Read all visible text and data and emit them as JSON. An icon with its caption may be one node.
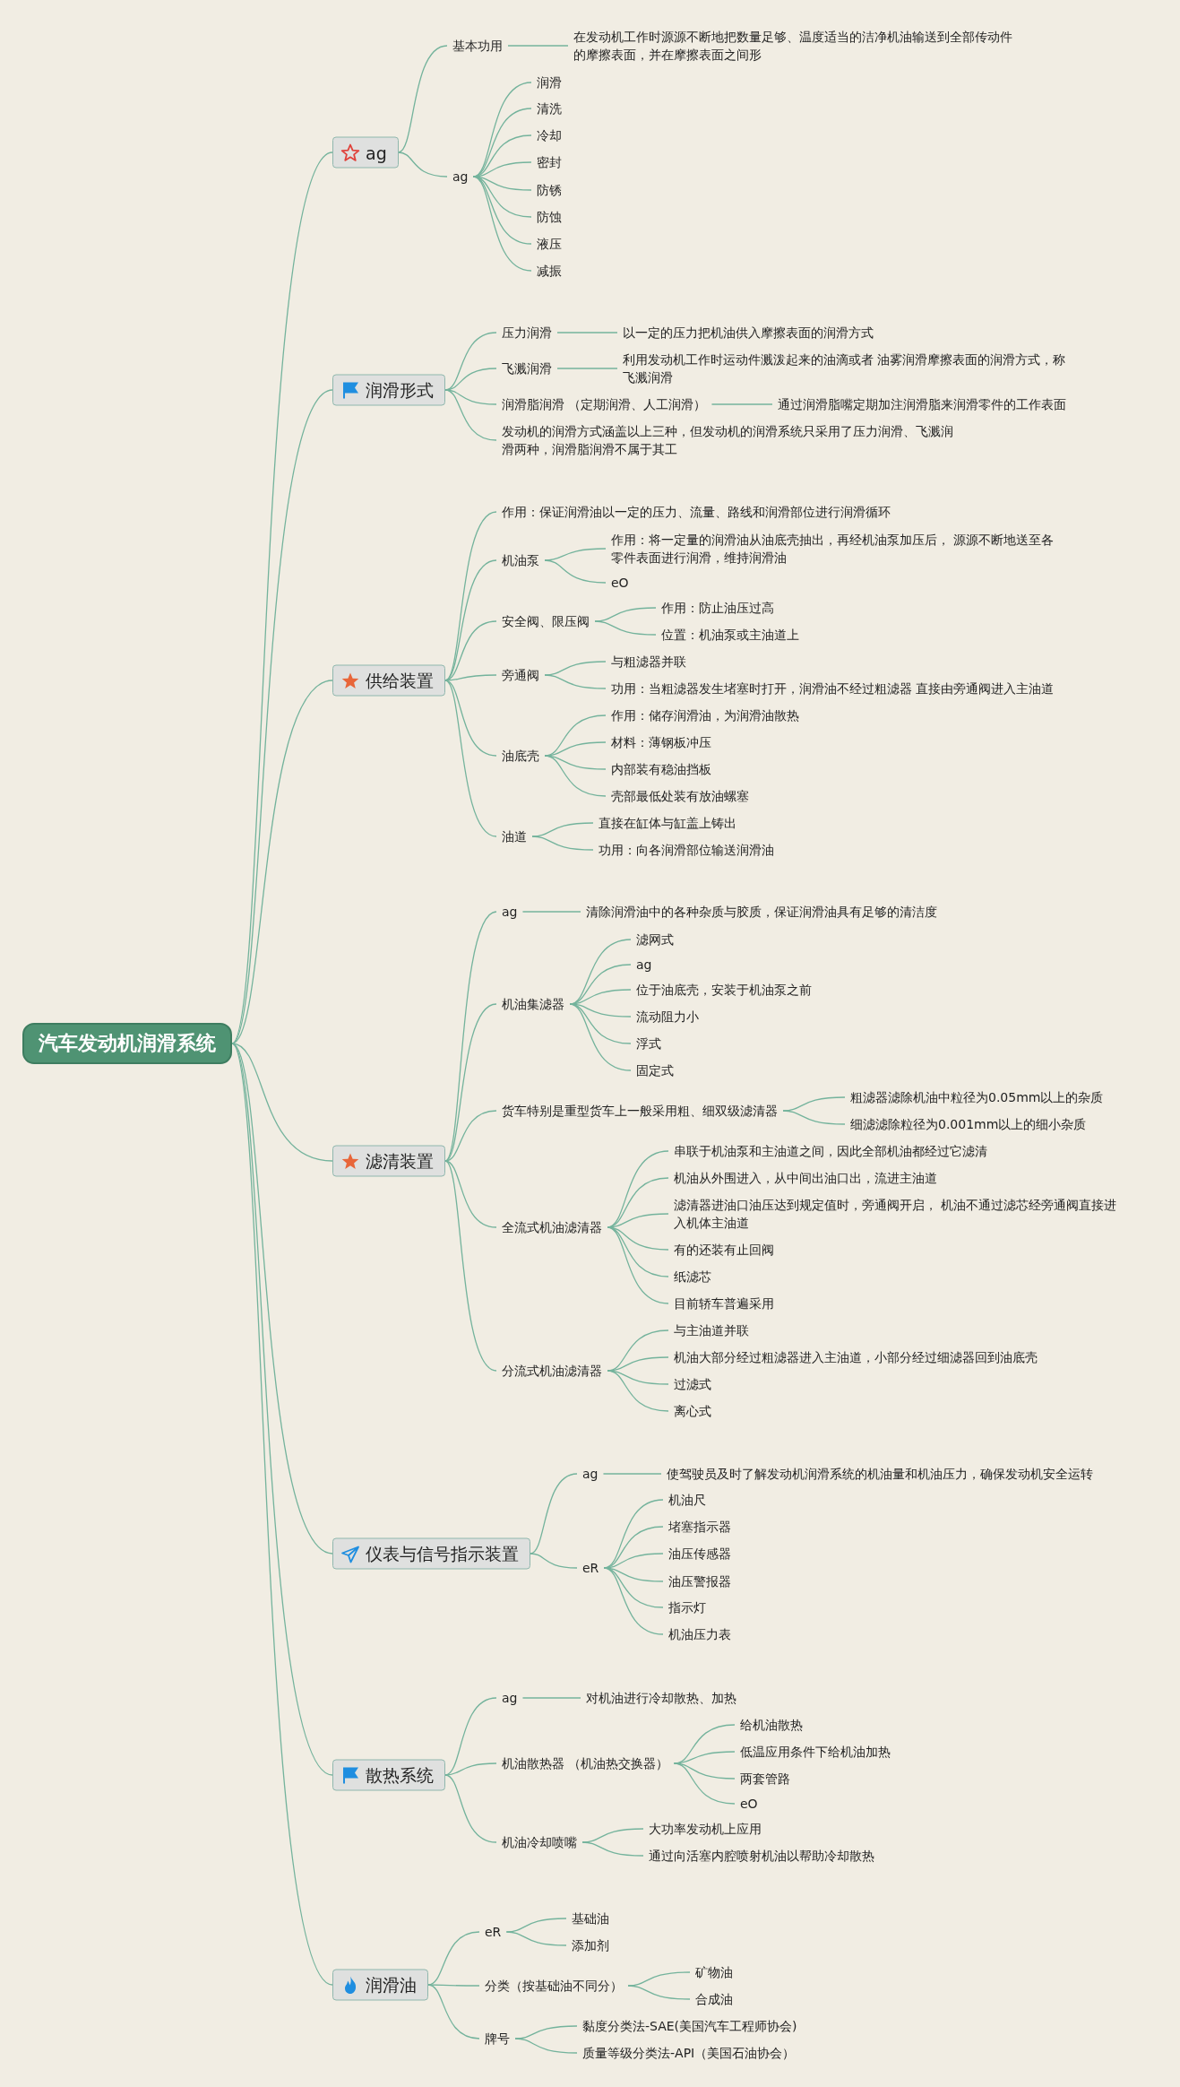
{
  "diagram": {
    "nodes": [
      {
        "text": [
          "汽车发动机润滑系统"
        ]
      },
      {
        "text": [
          "ag"
        ]
      },
      {
        "text": [
          "基本功用"
        ]
      },
      {
        "text": [
          "在发动机工作时源源不断地把数量足够、温度适当的洁净机油输送到全部传动件的摩擦表面，并在摩擦表面之间形"
        ]
      },
      {
        "text": [
          "ag"
        ]
      },
      {
        "text": [
          "润滑"
        ]
      },
      {
        "text": [
          "清洗"
        ]
      },
      {
        "text": [
          "冷却"
        ]
      },
      {
        "text": [
          "密封"
        ]
      },
      {
        "text": [
          "防锈"
        ]
      },
      {
        "text": [
          "防蚀"
        ]
      },
      {
        "text": [
          "液压"
        ]
      },
      {
        "text": [
          "减振"
        ]
      },
      {
        "text": [
          "润滑形式"
        ]
      },
      {
        "text": [
          "压力润滑"
        ]
      },
      {
        "text": [
          "以一定的压力把机油供入摩擦表面的润滑方式"
        ]
      },
      {
        "text": [
          "飞溅润滑"
        ]
      },
      {
        "text": [
          "利用发动机工作时运动件溅泼起来的油滴或者 油雾润滑摩擦表面的润滑方式，称飞溅润滑"
        ]
      },
      {
        "text": [
          "润滑脂润滑 （定期润滑、人工润滑）"
        ]
      },
      {
        "text": [
          "通过润滑脂嘴定期加注润滑脂来润滑零件的工作表面"
        ]
      },
      {
        "text": [
          "发动机的润滑方式涵盖以上三种，但发动机的润滑系统只采用了压力润滑、飞溅润滑两种，润滑脂润滑不属于其工"
        ]
      },
      {
        "text": [
          "供给装置"
        ]
      },
      {
        "text": [
          "作用：保证润滑油以一定的压力、流量、路线和润滑部位进行润滑循环"
        ]
      },
      {
        "text": [
          "机油泵"
        ]
      },
      {
        "text": [
          "作用：将一定量的润滑油从油底壳抽出，再经机油泵加压后， 源源不断地送至各零件表面进行润滑，维持润滑油"
        ]
      },
      {
        "text": [
          "eO"
        ]
      },
      {
        "text": [
          "安全阀、限压阀"
        ]
      },
      {
        "text": [
          "作用：防止油压过高"
        ]
      },
      {
        "text": [
          "位置：机油泵或主油道上"
        ]
      },
      {
        "text": [
          "旁通阀"
        ]
      },
      {
        "text": [
          "与粗滤器并联"
        ]
      },
      {
        "text": [
          "功用：当粗滤器发生堵塞时打开，润滑油不经过粗滤器 直接由旁通阀进入主油道"
        ]
      },
      {
        "text": [
          "油底壳"
        ]
      },
      {
        "text": [
          "作用：储存润滑油，为润滑油散热"
        ]
      },
      {
        "text": [
          "材料：薄钢板冲压"
        ]
      },
      {
        "text": [
          "内部装有稳油挡板"
        ]
      },
      {
        "text": [
          "壳部最低处装有放油螺塞"
        ]
      },
      {
        "text": [
          "油道"
        ]
      },
      {
        "text": [
          "直接在缸体与缸盖上铸出"
        ]
      },
      {
        "text": [
          "功用：向各润滑部位输送润滑油"
        ]
      },
      {
        "text": [
          "滤清装置"
        ]
      },
      {
        "text": [
          "ag"
        ]
      },
      {
        "text": [
          "清除润滑油中的各种杂质与胶质，保证润滑油具有足够的清洁度"
        ]
      },
      {
        "text": [
          "机油集滤器"
        ]
      },
      {
        "text": [
          "滤网式"
        ]
      },
      {
        "text": [
          "ag"
        ]
      },
      {
        "text": [
          "位于油底壳，安装于机油泵之前"
        ]
      },
      {
        "text": [
          "流动阻力小"
        ]
      },
      {
        "text": [
          "浮式"
        ]
      },
      {
        "text": [
          "固定式"
        ]
      },
      {
        "text": [
          "货车特别是重型货车上一般采用粗、细双级滤清器"
        ]
      },
      {
        "text": [
          "粗滤器滤除机油中粒径为0.05mm以上的杂质"
        ]
      },
      {
        "text": [
          "细滤滤除粒径为0.001mm以上的细小杂质"
        ]
      },
      {
        "text": [
          "全流式机油滤清器"
        ]
      },
      {
        "text": [
          "串联于机油泵和主油道之间，因此全部机油都经过它滤清"
        ]
      },
      {
        "text": [
          "机油从外围进入，从中间出油口出，流进主油道"
        ]
      },
      {
        "text": [
          "滤清器进油口油压达到规定值时，旁通阀开启， 机油不通过滤芯经旁通阀直接进入机体主油道"
        ]
      },
      {
        "text": [
          "有的还装有止回阀"
        ]
      },
      {
        "text": [
          "纸滤芯"
        ]
      },
      {
        "text": [
          "目前轿车普遍采用"
        ]
      },
      {
        "text": [
          "分流式机油滤清器"
        ]
      },
      {
        "text": [
          "与主油道并联"
        ]
      },
      {
        "text": [
          "机油大部分经过粗滤器进入主油道，小部分经过细滤器回到油底壳"
        ]
      },
      {
        "text": [
          "过滤式"
        ]
      },
      {
        "text": [
          "离心式"
        ]
      },
      {
        "text": [
          "仪表与信号指示装置"
        ]
      },
      {
        "text": [
          "ag"
        ]
      },
      {
        "text": [
          "使驾驶员及时了解发动机润滑系统的机油量和机油压力，确保发动机安全运转"
        ]
      },
      {
        "text": [
          "eR"
        ]
      },
      {
        "text": [
          "机油尺"
        ]
      },
      {
        "text": [
          "堵塞指示器"
        ]
      },
      {
        "text": [
          "油压传感器"
        ]
      },
      {
        "text": [
          "油压警报器"
        ]
      },
      {
        "text": [
          "指示灯"
        ]
      },
      {
        "text": [
          "机油压力表"
        ]
      },
      {
        "text": [
          "散热系统"
        ]
      },
      {
        "text": [
          "ag"
        ]
      },
      {
        "text": [
          "对机油进行冷却散热、加热"
        ]
      },
      {
        "text": [
          "机油散热器 （机油热交换器）"
        ]
      },
      {
        "text": [
          "给机油散热"
        ]
      },
      {
        "text": [
          "低温应用条件下给机油加热"
        ]
      },
      {
        "text": [
          "两套管路"
        ]
      },
      {
        "text": [
          "eO"
        ]
      },
      {
        "text": [
          "机油冷却喷嘴"
        ]
      },
      {
        "text": [
          "大功率发动机上应用"
        ]
      },
      {
        "text": [
          "通过向活塞内腔喷射机油以帮助冷却散热"
        ]
      },
      {
        "text": [
          "润滑油"
        ]
      },
      {
        "text": [
          "eR"
        ]
      },
      {
        "text": [
          "基础油"
        ]
      },
      {
        "text": [
          "添加剂"
        ]
      },
      {
        "text": [
          "分类（按基础油不同分）"
        ]
      },
      {
        "text": [
          "矿物油"
        ]
      },
      {
        "text": [
          "合成油"
        ]
      },
      {
        "text": [
          "牌号"
        ]
      },
      {
        "text": [
          "黏度分类法-SAE(美国汽车工程师协会)"
        ]
      },
      {
        "text": [
          "质量等级分类法-API（美国石油协会）"
        ]
      }
    ],
    "edges": [
      {
        "from": 0,
        "to": 1,
        "arrow": "none"
      },
      {
        "from": 0,
        "to": 13,
        "arrow": "none"
      },
      {
        "from": 0,
        "to": 21,
        "arrow": "none"
      },
      {
        "from": 0,
        "to": 40,
        "arrow": "none"
      },
      {
        "from": 0,
        "to": 65,
        "arrow": "none"
      },
      {
        "from": 0,
        "to": 75,
        "arrow": "none"
      },
      {
        "from": 0,
        "to": 86,
        "arrow": "none"
      },
      {
        "from": 1,
        "to": 2,
        "arrow": "none"
      },
      {
        "from": 2,
        "to": 3,
        "arrow": "none"
      },
      {
        "from": 1,
        "to": 4,
        "arrow": "none"
      },
      {
        "from": 4,
        "to": 5,
        "arrow": "none"
      },
      {
        "from": 4,
        "to": 6,
        "arrow": "none"
      },
      {
        "from": 4,
        "to": 7,
        "arrow": "none"
      },
      {
        "from": 4,
        "to": 8,
        "arrow": "none"
      },
      {
        "from": 4,
        "to": 9,
        "arrow": "none"
      },
      {
        "from": 4,
        "to": 10,
        "arrow": "none"
      },
      {
        "from": 4,
        "to": 11,
        "arrow": "none"
      },
      {
        "from": 4,
        "to": 12,
        "arrow": "none"
      },
      {
        "from": 13,
        "to": 14,
        "arrow": "none"
      },
      {
        "from": 14,
        "to": 15,
        "arrow": "none"
      },
      {
        "from": 13,
        "to": 16,
        "arrow": "none"
      },
      {
        "from": 16,
        "to": 17,
        "arrow": "none"
      },
      {
        "from": 13,
        "to": 18,
        "arrow": "none"
      },
      {
        "from": 18,
        "to": 19,
        "arrow": "none"
      },
      {
        "from": 13,
        "to": 20,
        "arrow": "none"
      },
      {
        "from": 21,
        "to": 22,
        "arrow": "none"
      },
      {
        "from": 21,
        "to": 23,
        "arrow": "none"
      },
      {
        "from": 23,
        "to": 24,
        "arrow": "none"
      },
      {
        "from": 23,
        "to": 25,
        "arrow": "none"
      },
      {
        "from": 21,
        "to": 26,
        "arrow": "none"
      },
      {
        "from": 26,
        "to": 27,
        "arrow": "none"
      },
      {
        "from": 26,
        "to": 28,
        "arrow": "none"
      },
      {
        "from": 21,
        "to": 29,
        "arrow": "none"
      },
      {
        "from": 29,
        "to": 30,
        "arrow": "none"
      },
      {
        "from": 29,
        "to": 31,
        "arrow": "none"
      },
      {
        "from": 21,
        "to": 32,
        "arrow": "none"
      },
      {
        "from": 32,
        "to": 33,
        "arrow": "none"
      },
      {
        "from": 32,
        "to": 34,
        "arrow": "none"
      },
      {
        "from": 32,
        "to": 35,
        "arrow": "none"
      },
      {
        "from": 32,
        "to": 36,
        "arrow": "none"
      },
      {
        "from": 21,
        "to": 37,
        "arrow": "none"
      },
      {
        "from": 37,
        "to": 38,
        "arrow": "none"
      },
      {
        "from": 37,
        "to": 39,
        "arrow": "none"
      },
      {
        "from": 40,
        "to": 41,
        "arrow": "none"
      },
      {
        "from": 41,
        "to": 42,
        "arrow": "none"
      },
      {
        "from": 40,
        "to": 43,
        "arrow": "none"
      },
      {
        "from": 43,
        "to": 44,
        "arrow": "none"
      },
      {
        "from": 43,
        "to": 45,
        "arrow": "none"
      },
      {
        "from": 43,
        "to": 46,
        "arrow": "none"
      },
      {
        "from": 43,
        "to": 47,
        "arrow": "none"
      },
      {
        "from": 43,
        "to": 48,
        "arrow": "none"
      },
      {
        "from": 43,
        "to": 49,
        "arrow": "none"
      },
      {
        "from": 40,
        "to": 50,
        "arrow": "none"
      },
      {
        "from": 50,
        "to": 51,
        "arrow": "none"
      },
      {
        "from": 50,
        "to": 52,
        "arrow": "none"
      },
      {
        "from": 40,
        "to": 53,
        "arrow": "none"
      },
      {
        "from": 53,
        "to": 54,
        "arrow": "none"
      },
      {
        "from": 53,
        "to": 55,
        "arrow": "none"
      },
      {
        "from": 53,
        "to": 56,
        "arrow": "none"
      },
      {
        "from": 53,
        "to": 57,
        "arrow": "none"
      },
      {
        "from": 53,
        "to": 58,
        "arrow": "none"
      },
      {
        "from": 53,
        "to": 59,
        "arrow": "none"
      },
      {
        "from": 40,
        "to": 60,
        "arrow": "none"
      },
      {
        "from": 60,
        "to": 61,
        "arrow": "none"
      },
      {
        "from": 60,
        "to": 62,
        "arrow": "none"
      },
      {
        "from": 60,
        "to": 63,
        "arrow": "none"
      },
      {
        "from": 60,
        "to": 64,
        "arrow": "none"
      },
      {
        "from": 65,
        "to": 66,
        "arrow": "none"
      },
      {
        "from": 66,
        "to": 67,
        "arrow": "none"
      },
      {
        "from": 65,
        "to": 68,
        "arrow": "none"
      },
      {
        "from": 68,
        "to": 69,
        "arrow": "none"
      },
      {
        "from": 68,
        "to": 70,
        "arrow": "none"
      },
      {
        "from": 68,
        "to": 71,
        "arrow": "none"
      },
      {
        "from": 68,
        "to": 72,
        "arrow": "none"
      },
      {
        "from": 68,
        "to": 73,
        "arrow": "none"
      },
      {
        "from": 68,
        "to": 74,
        "arrow": "none"
      },
      {
        "from": 75,
        "to": 76,
        "arrow": "none"
      },
      {
        "from": 76,
        "to": 77,
        "arrow": "none"
      },
      {
        "from": 75,
        "to": 78,
        "arrow": "none"
      },
      {
        "from": 78,
        "to": 79,
        "arrow": "none"
      },
      {
        "from": 78,
        "to": 80,
        "arrow": "none"
      },
      {
        "from": 78,
        "to": 81,
        "arrow": "none"
      },
      {
        "from": 78,
        "to": 82,
        "arrow": "none"
      },
      {
        "from": 75,
        "to": 83,
        "arrow": "none"
      },
      {
        "from": 83,
        "to": 84,
        "arrow": "none"
      },
      {
        "from": 83,
        "to": 85,
        "arrow": "none"
      },
      {
        "from": 86,
        "to": 87,
        "arrow": "none"
      },
      {
        "from": 87,
        "to": 88,
        "arrow": "none"
      },
      {
        "from": 87,
        "to": 89,
        "arrow": "none"
      },
      {
        "from": 86,
        "to": 90,
        "arrow": "none"
      },
      {
        "from": 90,
        "to": 91,
        "arrow": "none"
      },
      {
        "from": 90,
        "to": 92,
        "arrow": "none"
      },
      {
        "from": 86,
        "to": 93,
        "arrow": "none"
      },
      {
        "from": 93,
        "to": 94,
        "arrow": "none"
      },
      {
        "from": 93,
        "to": 95,
        "arrow": "none"
      }
    ]
  }
}
